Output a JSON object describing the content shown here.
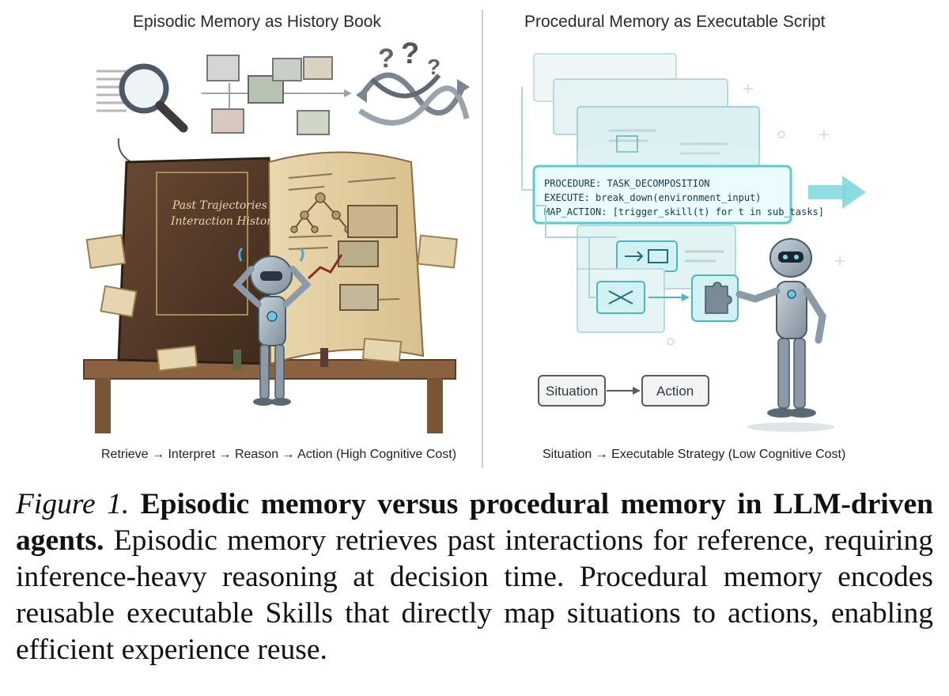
{
  "left_panel": {
    "title": "Episodic Memory as History Book",
    "book_title_line1": "Past Trajectories /",
    "book_title_line2": "Interaction History",
    "question_marks": "?",
    "footer": "Retrieve → Interpret → Reason → Action (High Cognitive Cost)"
  },
  "right_panel": {
    "title": "Procedural Memory as Executable Script",
    "code_line1": "PROCEDURE: TASK_DECOMPOSITION",
    "code_line2": "EXECUTE: break_down(environment_input)",
    "code_line3": "MAP_ACTION: [trigger_skill(t) for t in sub_tasks]",
    "flow_situation": "Situation",
    "flow_action": "Action",
    "footer": "Situation → Executable Strategy (Low Cognitive Cost)"
  },
  "caption": {
    "label": "Figure 1.",
    "bold": "Episodic memory versus procedural memory in LLM-driven agents.",
    "text": "Episodic memory retrieves past interactions for reference, requiring inference-heavy reasoning at decision time. Procedural memory encodes reusable executable Skills that directly map situations to actions, enabling efficient experience reuse."
  }
}
